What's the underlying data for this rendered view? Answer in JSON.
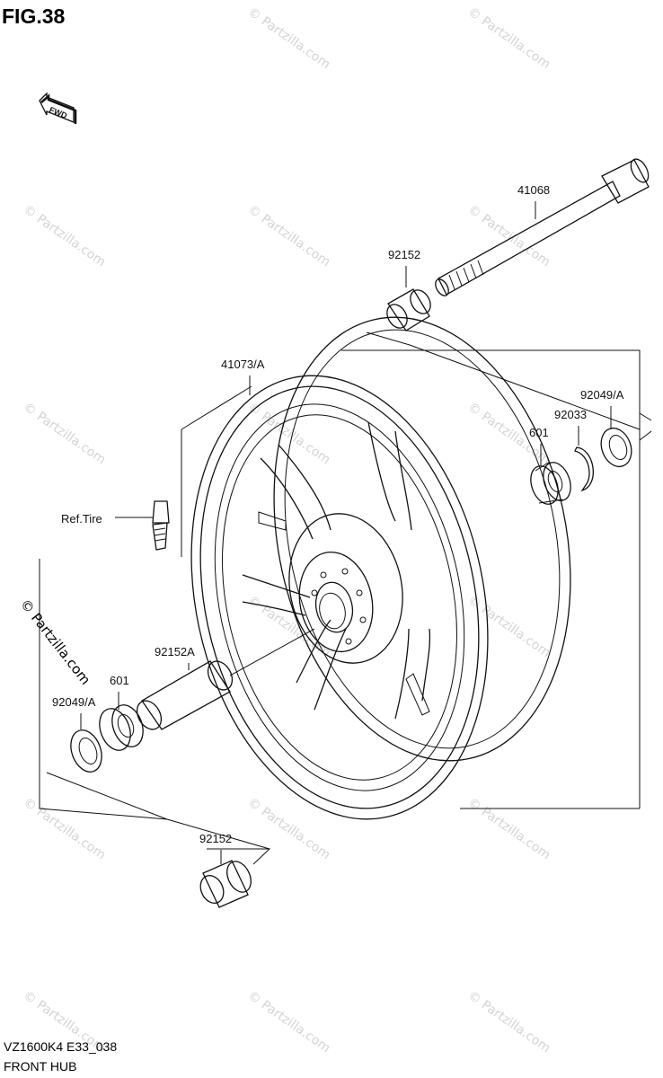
{
  "figure": {
    "title": "FIG.38",
    "fwd_label": "FWD"
  },
  "footer": {
    "model_code": "VZ1600K4 E33_038",
    "section_name": "FRONT HUB"
  },
  "watermark": {
    "text": "© Partzilla.com"
  },
  "parts": [
    {
      "id": "41068",
      "label": "41068",
      "description": "front axle"
    },
    {
      "id": "92152-top",
      "label": "92152",
      "description": "spacer"
    },
    {
      "id": "41073A",
      "label": "41073/A",
      "description": "front wheel"
    },
    {
      "id": "92049A-right",
      "label": "92049/A",
      "description": "oil seal"
    },
    {
      "id": "92033",
      "label": "92033",
      "description": "circlip"
    },
    {
      "id": "601-right",
      "label": "601",
      "description": "ball bearing"
    },
    {
      "id": "ref-tire",
      "label": "Ref.Tire",
      "description": "tire valve"
    },
    {
      "id": "92152A",
      "label": "92152A",
      "description": "hub spacer"
    },
    {
      "id": "601-left",
      "label": "601",
      "description": "ball bearing"
    },
    {
      "id": "92049A-left",
      "label": "92049/A",
      "description": "oil seal"
    },
    {
      "id": "92152-bottom",
      "label": "92152",
      "description": "spacer"
    }
  ]
}
